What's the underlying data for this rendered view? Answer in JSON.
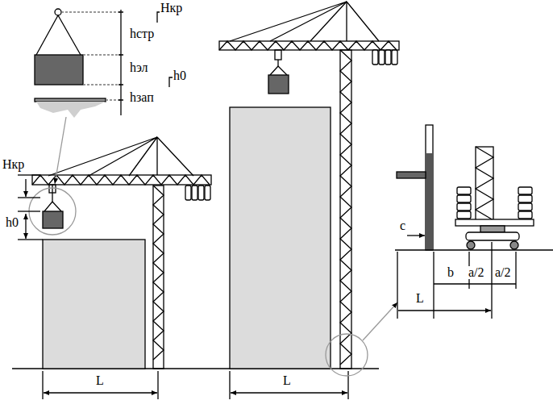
{
  "diagram": {
    "labels": [
      "Hкр",
      "hстр",
      "hэл",
      "hзап",
      "h0",
      "Hкр",
      "h0",
      "L",
      "L",
      "c",
      "b",
      "a/2",
      "a/2",
      "L"
    ]
  }
}
